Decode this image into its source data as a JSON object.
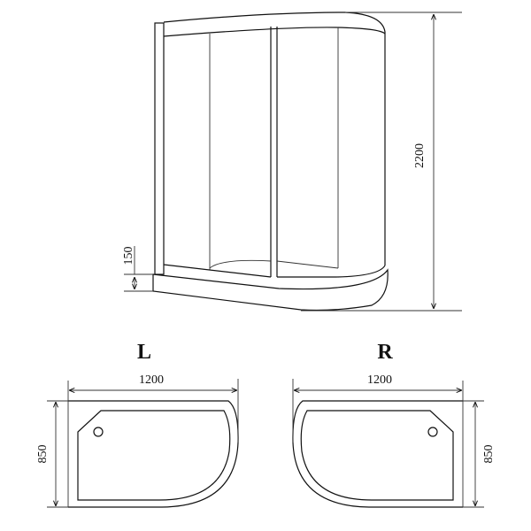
{
  "elevation": {
    "height_label": "2200",
    "tray_height_label": "150"
  },
  "plans": [
    {
      "variant_label": "L",
      "width_label": "1200",
      "depth_label": "850"
    },
    {
      "variant_label": "R",
      "width_label": "1200",
      "depth_label": "850"
    }
  ],
  "colors": {
    "line": "#111111",
    "background": "#ffffff"
  }
}
